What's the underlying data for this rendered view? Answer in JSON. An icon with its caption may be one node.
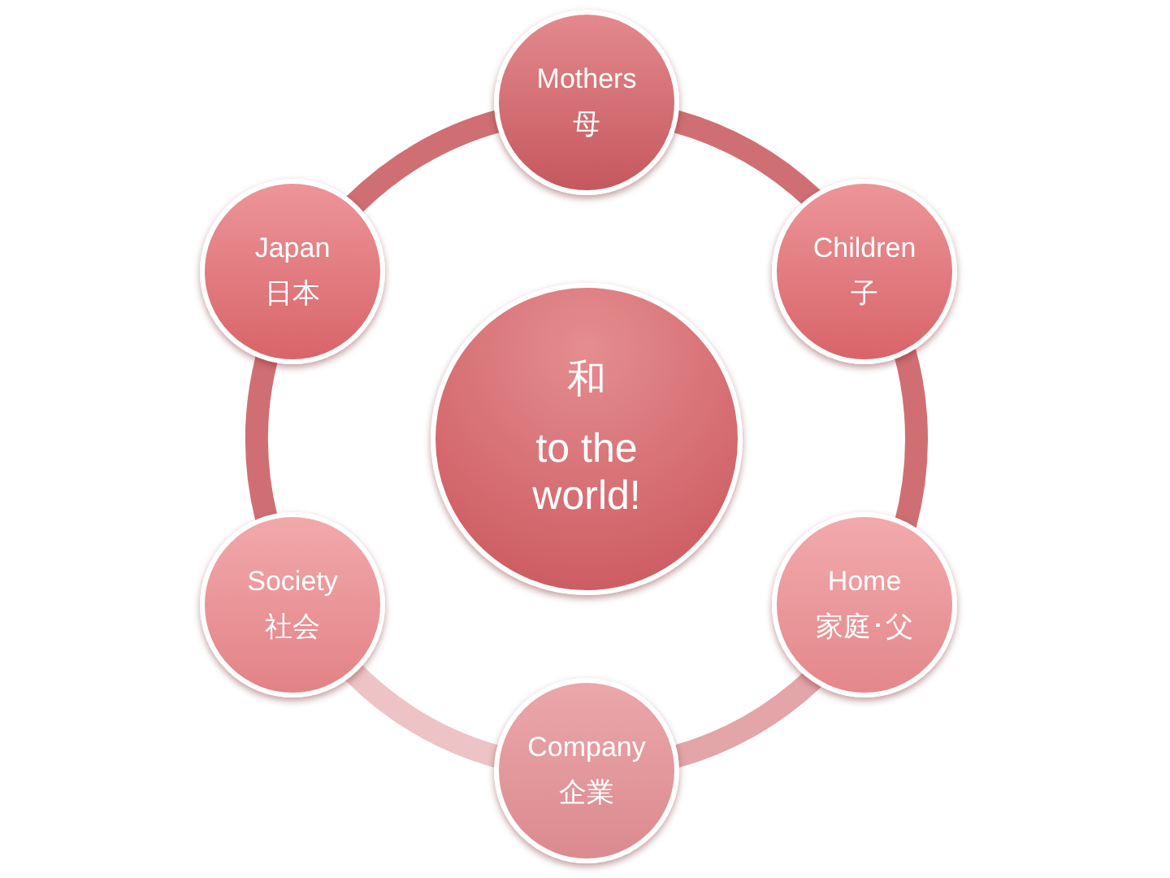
{
  "diagram": {
    "nodes": [
      {
        "text": [
          "和",
          "to the world!"
        ]
      },
      {
        "text": [
          "Mothers",
          "母"
        ]
      },
      {
        "text": [
          "Children",
          "子"
        ]
      },
      {
        "text": [
          "Home",
          "家庭･父"
        ]
      },
      {
        "text": [
          "Company",
          "企業"
        ]
      },
      {
        "text": [
          "Society",
          "社会"
        ]
      },
      {
        "text": [
          "Japan",
          "日本"
        ]
      }
    ],
    "edges": [
      {
        "from": 1,
        "to": 2,
        "arrow": "none"
      },
      {
        "from": 2,
        "to": 3,
        "arrow": "none"
      },
      {
        "from": 3,
        "to": 4,
        "arrow": "none",
        "color": "#e3a5a8"
      },
      {
        "from": 4,
        "to": 5,
        "arrow": "none",
        "color": "#eec3c5"
      },
      {
        "from": 5,
        "to": 6,
        "arrow": "none"
      },
      {
        "from": 6,
        "to": 1,
        "arrow": "none"
      }
    ]
  }
}
